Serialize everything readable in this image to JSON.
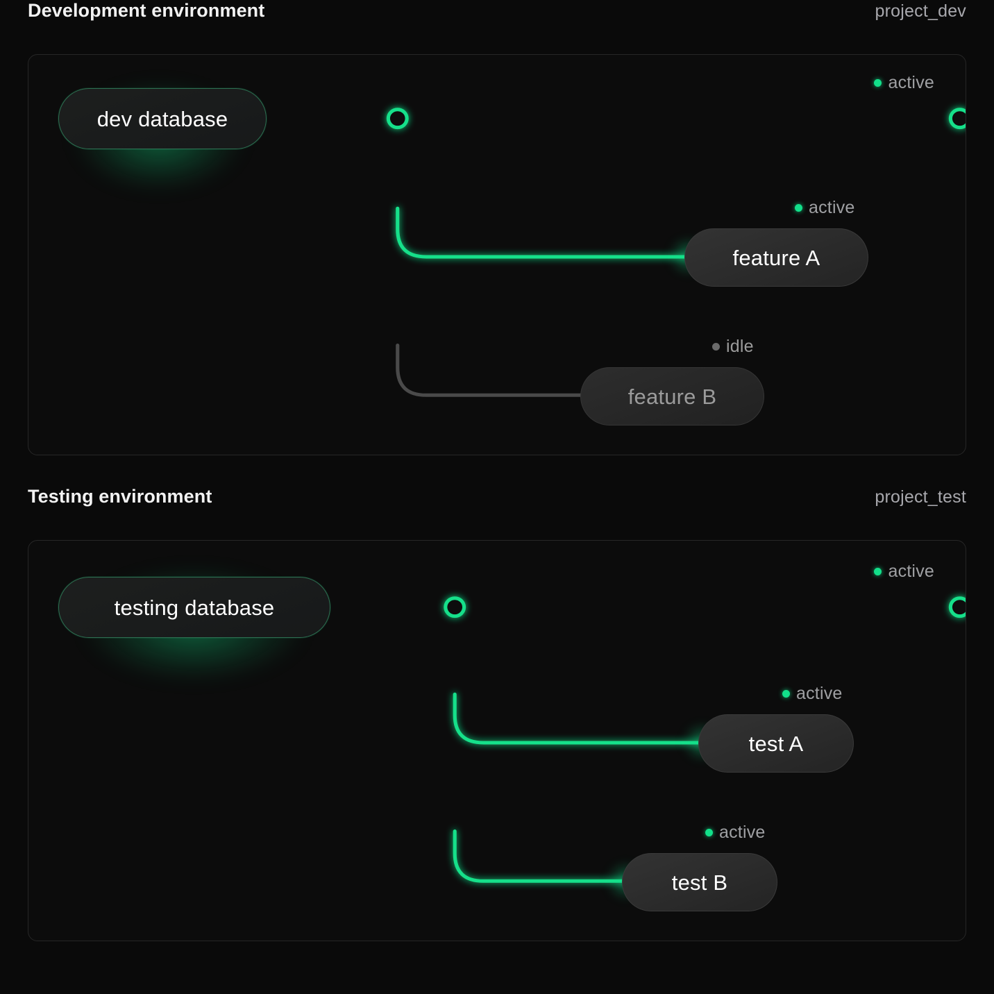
{
  "sections": [
    {
      "title": "Development environment",
      "tag": "project_dev",
      "root": {
        "label": "dev database",
        "state": "active"
      },
      "trunk_status": {
        "label": "active",
        "state": "active"
      },
      "branches": [
        {
          "label": "feature A",
          "state": "active",
          "status_label": "active"
        },
        {
          "label": "feature B",
          "state": "idle",
          "status_label": "idle"
        }
      ]
    },
    {
      "title": "Testing environment",
      "tag": "project_test",
      "root": {
        "label": "testing database",
        "state": "active"
      },
      "trunk_status": {
        "label": "active",
        "state": "active"
      },
      "branches": [
        {
          "label": "test A",
          "state": "active",
          "status_label": "active"
        },
        {
          "label": "test B",
          "state": "active",
          "status_label": "active"
        }
      ]
    }
  ],
  "colors": {
    "background": "#0a0a0a",
    "card_background": "#0c0c0c",
    "card_border": "#272727",
    "active_green": "#12e08a",
    "idle_gray": "#4a4a4a",
    "text_primary": "#f2f2f2",
    "text_muted": "#a8a8ad"
  }
}
